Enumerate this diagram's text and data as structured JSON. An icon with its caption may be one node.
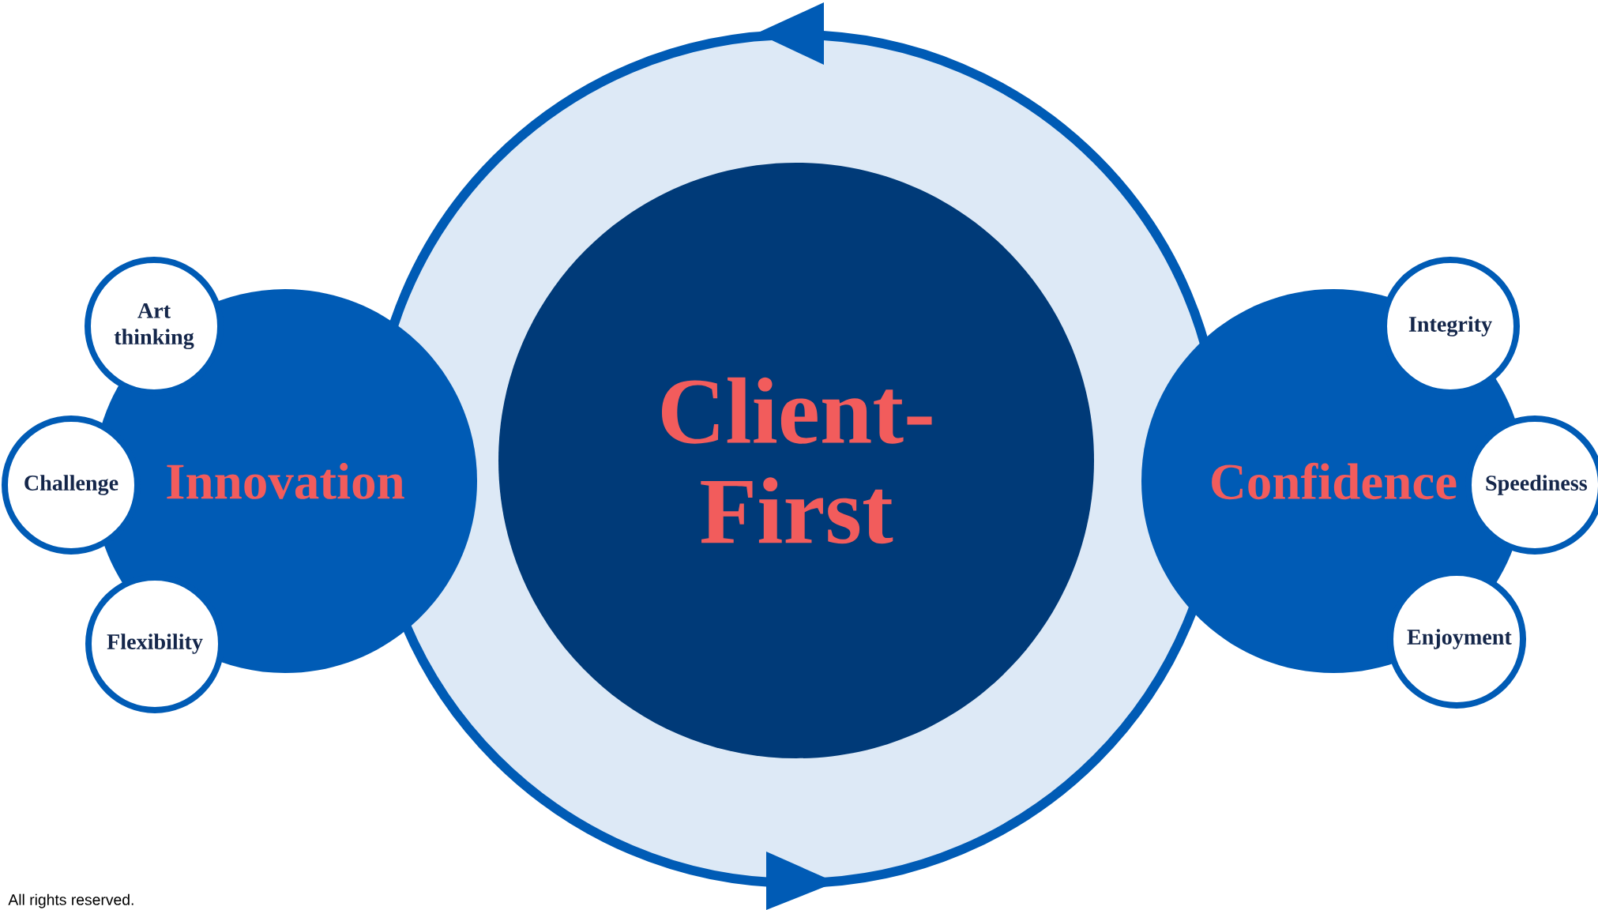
{
  "diagram": {
    "nodes": [
      {
        "text": [
          "Client-First"
        ]
      },
      {
        "text": [
          "Innovation"
        ]
      },
      {
        "text": [
          "Art thinking"
        ]
      },
      {
        "text": [
          "Challenge"
        ]
      },
      {
        "text": [
          "Flexibility"
        ]
      },
      {
        "text": [
          "Confidence"
        ]
      },
      {
        "text": [
          "Integrity"
        ]
      },
      {
        "text": [
          "Speediness"
        ]
      },
      {
        "text": [
          "Enjoyment"
        ]
      }
    ],
    "labels": [
      "All rights reserved."
    ]
  }
}
